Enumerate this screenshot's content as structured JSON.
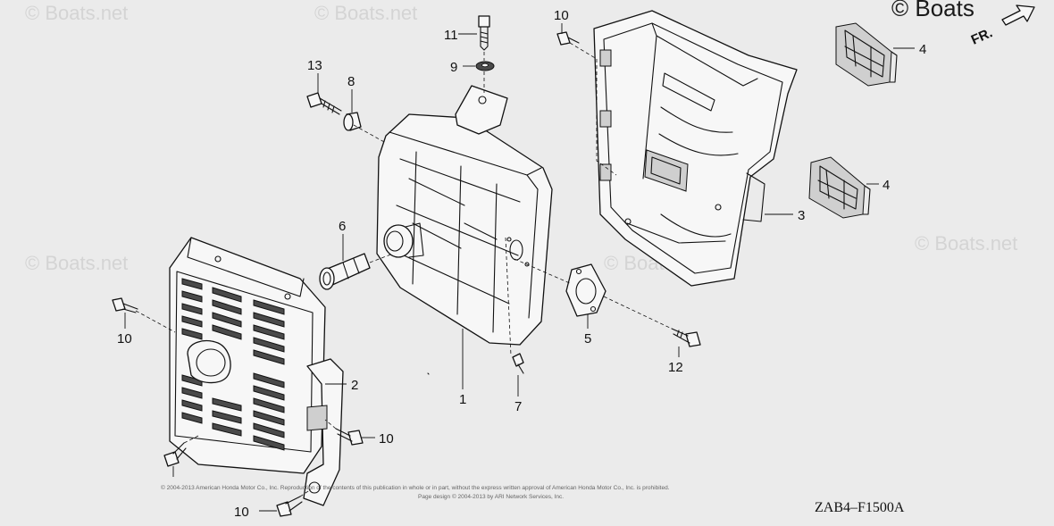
{
  "watermarks": {
    "text": "© Boats.net",
    "corner_text": "© Boats"
  },
  "diagram": {
    "code": "ZAB4–F1500A",
    "direction_label": "FR.",
    "copyright_line1": "© 2004-2013 American Honda Motor Co., Inc. Reproduction of the contents of this publication in whole or in part, without the express written approval of American Honda Motor Co., Inc. is prohibited.",
    "copyright_line2": "Page design © 2004-2013 by ARI Network Services, Inc.",
    "callouts": {
      "c1": "1",
      "c2": "2",
      "c3": "3",
      "c4a": "4",
      "c4b": "4",
      "c5": "5",
      "c6": "6",
      "c7": "7",
      "c8": "8",
      "c9": "9",
      "c10_top": "10",
      "c10_left": "10",
      "c10_right": "10",
      "c10_bottom": "10",
      "c11": "11",
      "c12": "12",
      "c13": "13"
    }
  }
}
